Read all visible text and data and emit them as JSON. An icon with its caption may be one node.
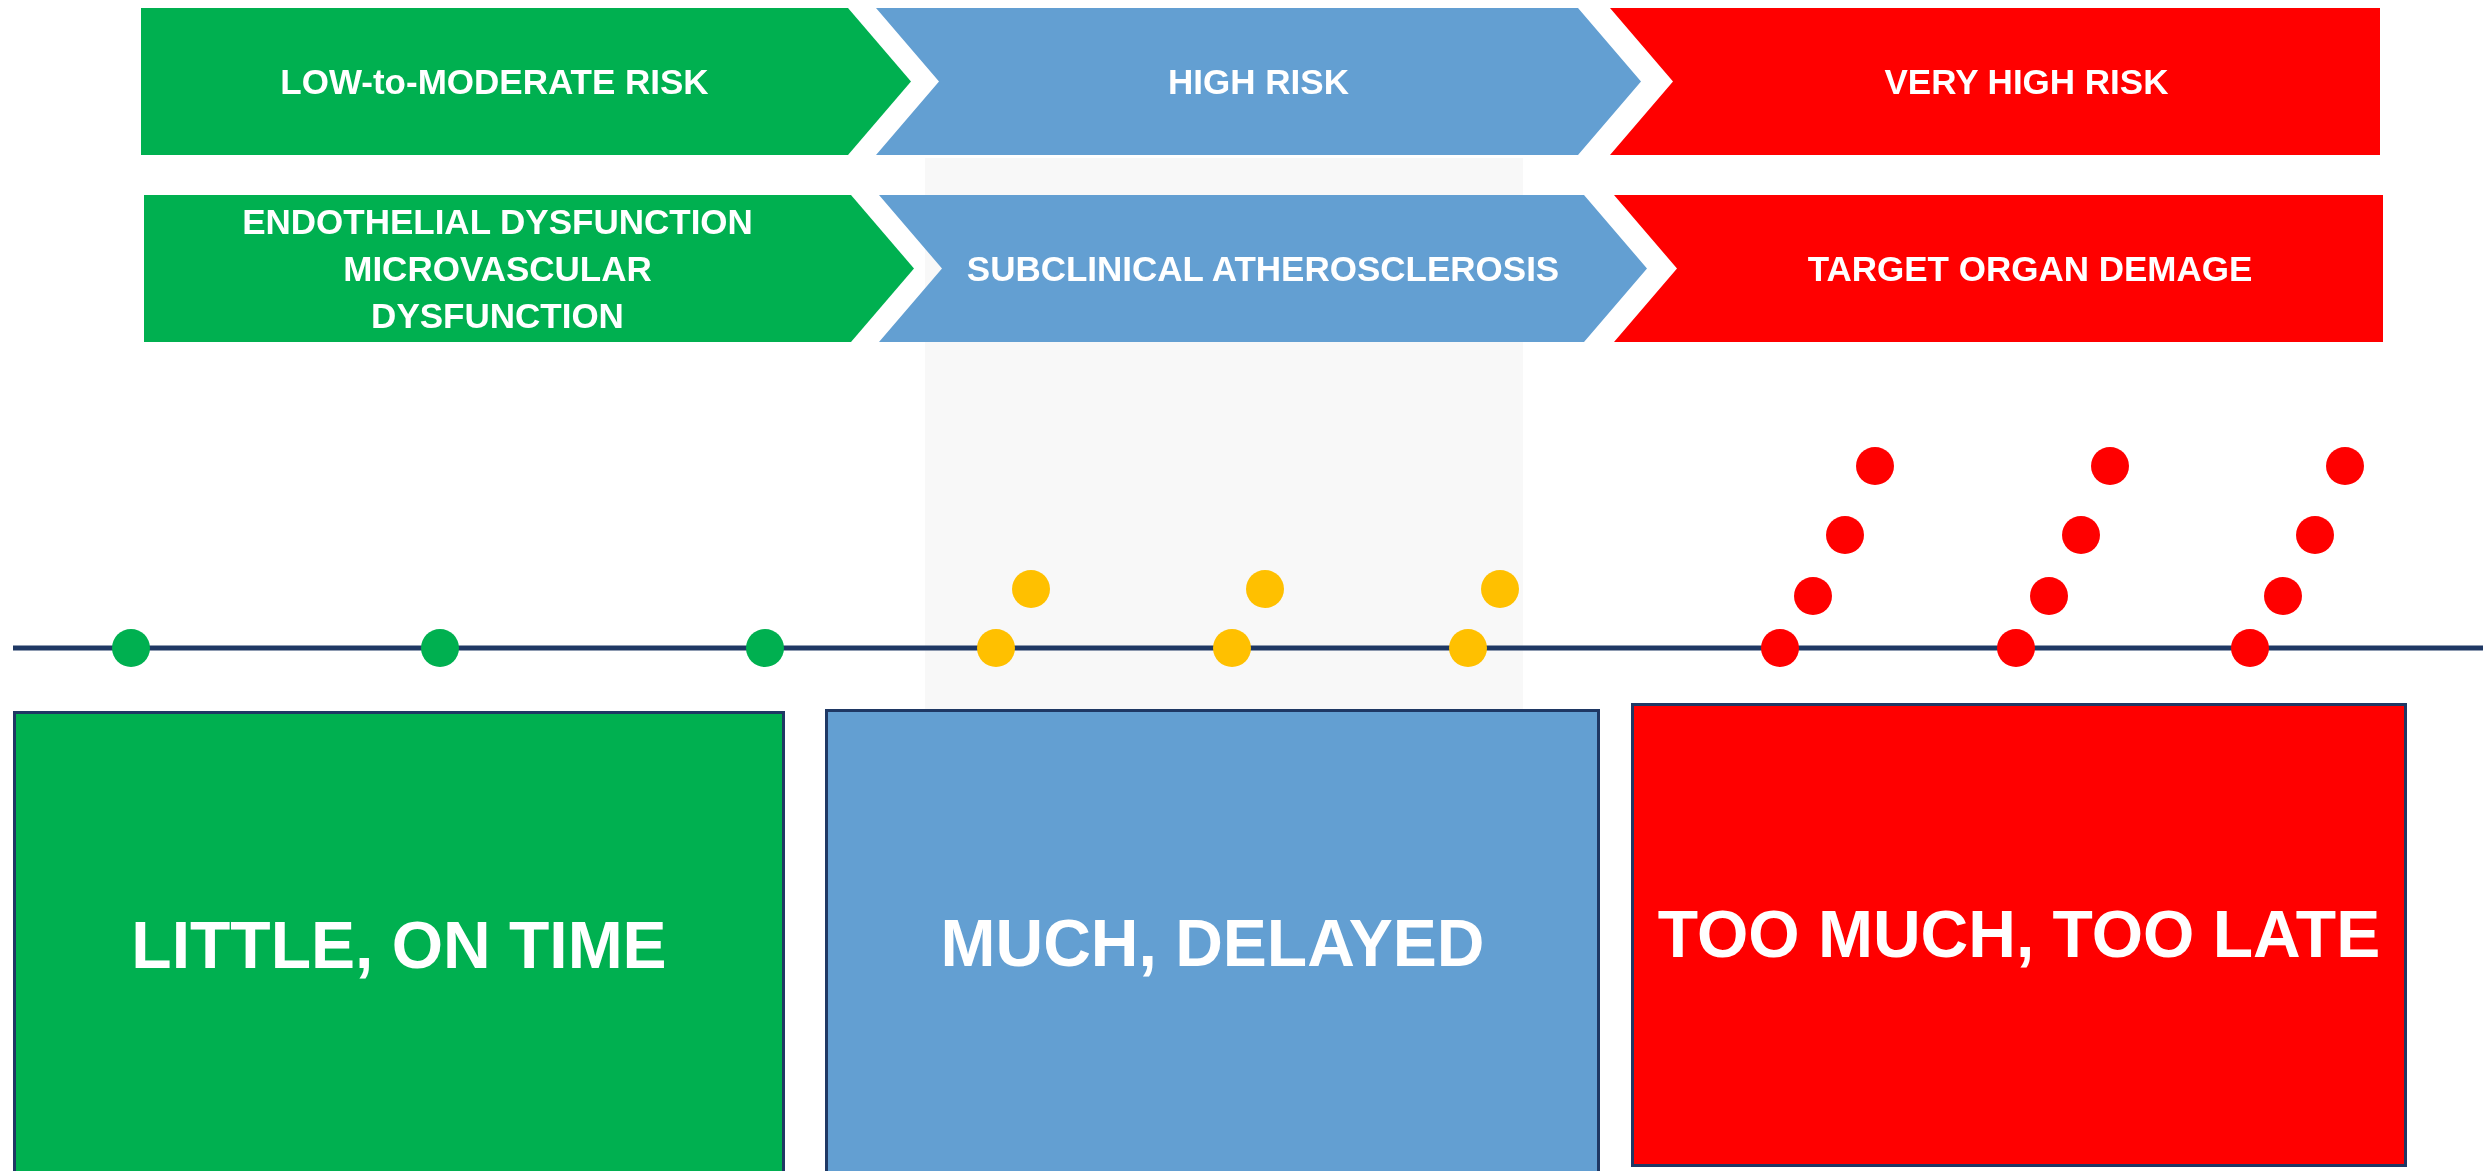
{
  "diagram": {
    "nodes": [
      {
        "text": [
          "LOW-to-MODERATE RISK"
        ]
      },
      {
        "text": [
          "HIGH RISK"
        ]
      },
      {
        "text": [
          "VERY HIGH RISK"
        ]
      },
      {
        "text": [
          "ENDOTHELIAL DYSFUNCTION MICROVASCULAR DYSFUNCTION"
        ]
      },
      {
        "text": [
          "SUBCLINICAL ATHEROSCLEROSIS"
        ]
      },
      {
        "text": [
          "TARGET ORGAN DEMAGE"
        ]
      },
      {
        "text": [
          "LITTLE, ON TIME"
        ]
      },
      {
        "text": [
          "MUCH, DELAYED"
        ]
      },
      {
        "text": [
          "TOO MUCH, TOO LATE"
        ]
      }
    ]
  }
}
